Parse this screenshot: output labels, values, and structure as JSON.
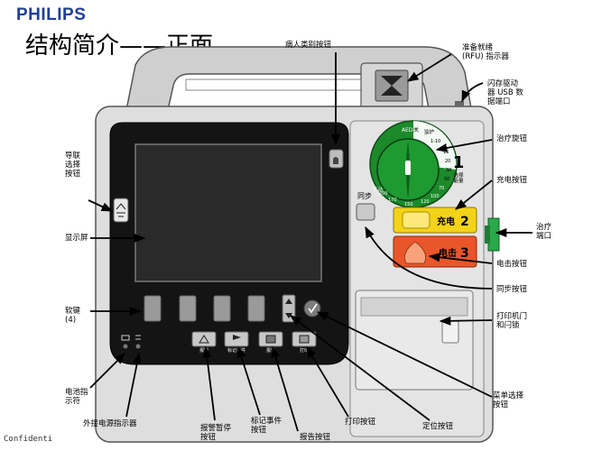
{
  "brand": "PHILIPS",
  "title": "结构简介——正面",
  "footer": "Confidenti",
  "labels": {
    "patient_category_button": "病人类别按钮",
    "rfu_indicator": "准备就绪\n(RFU) 指示器",
    "usb_port": "闪存驱动\n器 USB 数\n据端口",
    "lead_select_button": "导联\n选择\n按钮",
    "therapy_knob": "治疗旋钮",
    "charge_button_label": "充电按钮",
    "display": "显示屏",
    "therapy_port": "治疗\n端口",
    "shock_button_label": "电击按钮",
    "sync_button_label": "同步按钮",
    "soft_keys": "软键\n(4)",
    "printer_door": "打印机门\n和闩锁",
    "menu_select_button": "菜单选择\n按钮",
    "battery_indicator": "电池指\n示符",
    "external_power_indicator": "外接电源指示器",
    "alarm_pause_button": "报警暂停\n按钮",
    "event_mark_button": "标记事件\n按钮",
    "report_button": "报告按钮",
    "print_button": "打印按钮",
    "nav_button": "定位按钮"
  },
  "device": {
    "charge_text": "充电",
    "charge_num": "2",
    "shock_text": "电击",
    "shock_num": "3",
    "sync_text": "同步",
    "step1_num": "1",
    "step1_text": "选择\n能量",
    "dial_aed": "AED",
    "dial_off": "关",
    "dial_monitor": "监护",
    "dial_manual": "手动",
    "dial_scale": [
      "1-10",
      "15",
      "20",
      "30",
      "50",
      "70",
      "100",
      "120",
      "150",
      "170",
      "200"
    ],
    "btn_alarm": "报警",
    "btn_mark": "标记事件",
    "btn_report": "报告",
    "btn_print": "打印"
  },
  "colors": {
    "brand_blue": "#1f3f99",
    "dial_green": "#1c8a2b",
    "charge_yellow": "#f3d21a",
    "shock_orange": "#e8562a",
    "port_green": "#2aa84a",
    "body_gray": "#d7d7d7",
    "face_black": "#141414"
  }
}
